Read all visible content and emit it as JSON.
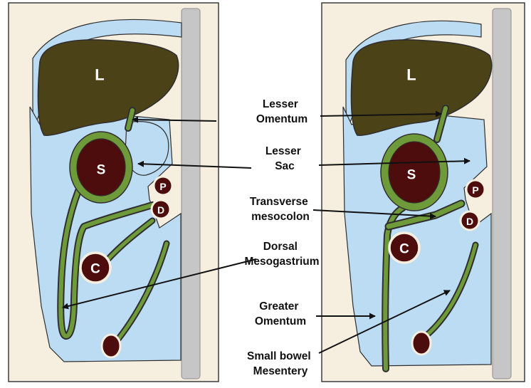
{
  "organ_letters": {
    "liver": "L",
    "stomach": "S",
    "pancreas": "P",
    "duodenum": "D",
    "colon": "C"
  },
  "labels": {
    "lesser_omentum": [
      "Lesser",
      "Omentum"
    ],
    "lesser_sac": [
      "Lesser",
      "Sac"
    ],
    "transverse_mesocolon": [
      "Transverse",
      "mesocolon"
    ],
    "dorsal_mesogastrium": [
      "Dorsal",
      "Mesogastrium"
    ],
    "greater_omentum": [
      "Greater",
      "Omentum"
    ],
    "small_bowel_mesentery": [
      "Small bowel",
      "Mesentery"
    ]
  },
  "colors": {
    "background_panel": "#f6eedf",
    "peritoneal_cavity": "#bcdcf3",
    "cavity_outline": "#2f2f2f",
    "liver": "#4b4218",
    "organ_dark": "#4d0d0d",
    "mesentery": "#6f9a3a",
    "spine": "#c6c6c6"
  }
}
